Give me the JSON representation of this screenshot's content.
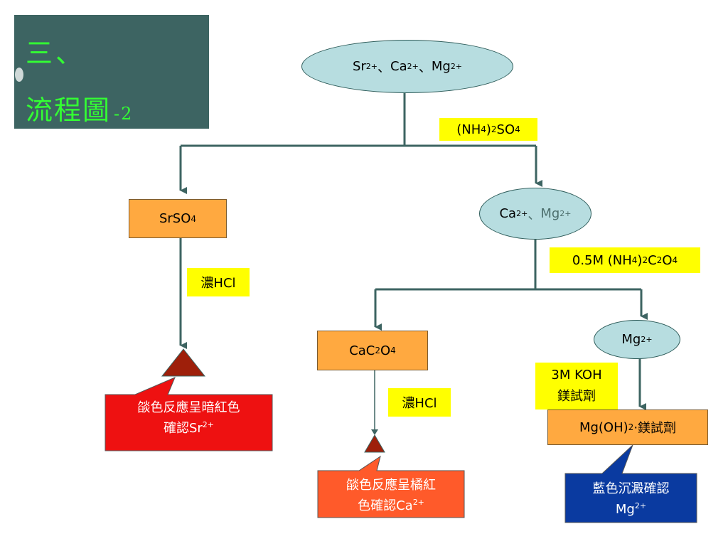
{
  "title": {
    "line1": "三、",
    "line2": "流程圖",
    "suffix": "-2"
  },
  "nodes": {
    "start": {
      "sr": "Sr",
      "ca": "Ca",
      "mg": "Mg",
      "charge": "2+",
      "sep": "、"
    },
    "srso4": {
      "prefix": "SrSO",
      "sub": "4"
    },
    "ca_mg": {
      "ca": "Ca",
      "mg": "Mg",
      "charge": "2+",
      "sep": "、"
    },
    "cac2o4": {
      "a": "CaC",
      "sub1": "2",
      "b": "O",
      "sub2": "4"
    },
    "mg": {
      "mg": "Mg",
      "charge": "2+"
    },
    "mgoh2": {
      "a": "Mg(OH)",
      "sub": "2",
      "b": "‧鎂試劑"
    }
  },
  "reagents": {
    "ammonium_sulfate": {
      "a": "(NH",
      "sub1": "4",
      "b": ")",
      "sub2": "2",
      "c": "SO",
      "sub3": "4"
    },
    "hcl_left": "濃HCl",
    "ammonium_oxalate": {
      "a": "0.5M (NH",
      "sub1": "4",
      "b": ")",
      "sub2": "2",
      "c": "C",
      "sub3": "2",
      "d": "O",
      "sub4": "4"
    },
    "hcl_mid": "濃HCl",
    "koh": {
      "line1": "3M KOH",
      "line2": "鎂試劑"
    }
  },
  "results": {
    "sr": {
      "line1": "燄色反應呈暗紅色",
      "line2": "確認Sr",
      "charge": "2+"
    },
    "ca": {
      "line1": "燄色反應呈橘紅",
      "line2": "色確認Ca",
      "charge": "2+"
    },
    "mg": {
      "line1": "藍色沉澱確認",
      "line2": "Mg",
      "charge": "2+"
    }
  },
  "colors": {
    "connector": "#3d6462",
    "ellipse_fill": "#b7dde0",
    "orange_box": "#ffa940",
    "reagent_label": "#ffff00",
    "sr_callout": "#ee1111",
    "ca_callout": "#ff5a2a",
    "mg_callout": "#0a3aa0",
    "precipitate": "#9e1f0a",
    "title_text": "#33ff33"
  }
}
